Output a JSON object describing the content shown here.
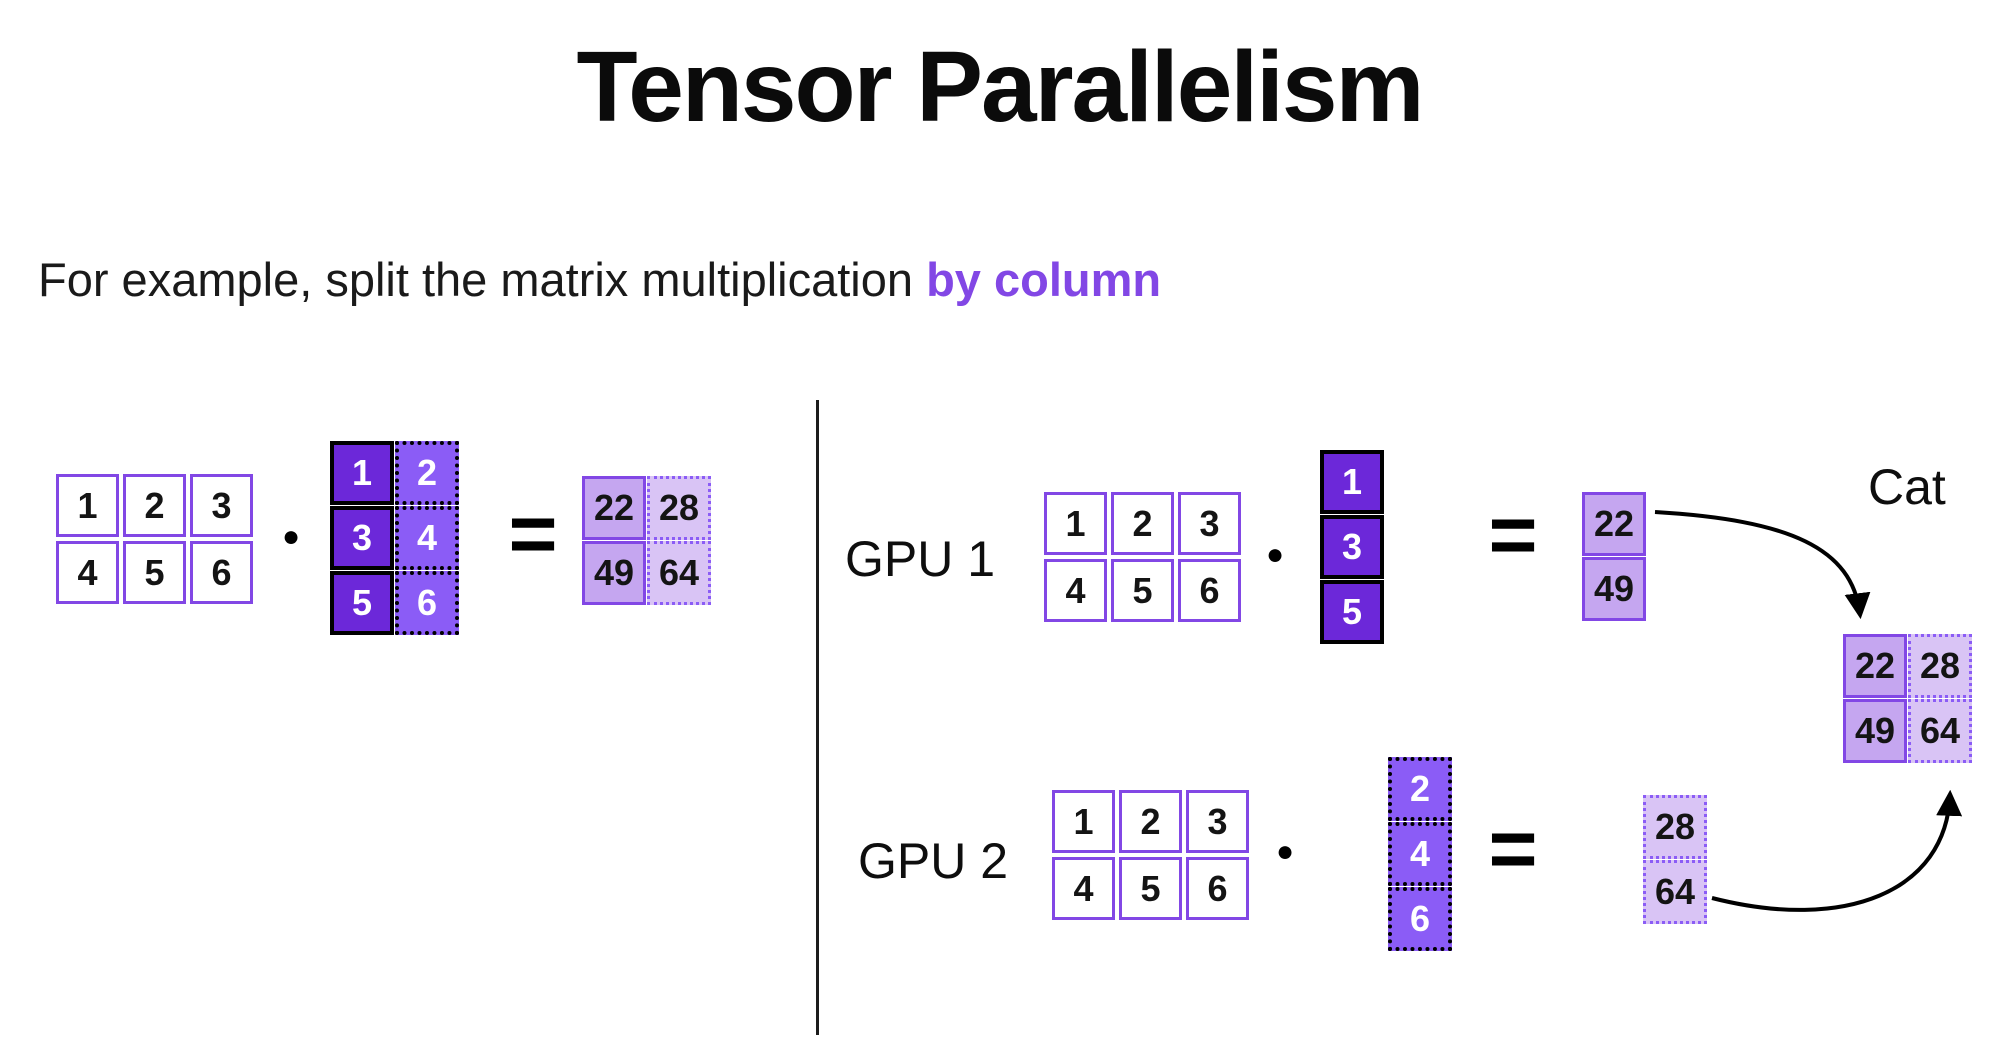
{
  "title": "Tensor Parallelism",
  "subtitle": {
    "text": "For example, split the matrix multiplication ",
    "highlight": "by column"
  },
  "operators": {
    "dot": "●",
    "equals": "="
  },
  "colors": {
    "purple": "#8247E5",
    "dark_purple": "#6C28D9",
    "mid_purple": "#8B5CF6",
    "light_purple": "#C5A6F0",
    "lighter_purple": "#D9C4F5",
    "ink": "#111111"
  },
  "left_example": {
    "matrix_a": [
      [
        "1",
        "2",
        "3"
      ],
      [
        "4",
        "5",
        "6"
      ]
    ],
    "matrix_b": {
      "col1": [
        "1",
        "3",
        "5"
      ],
      "col2": [
        "2",
        "4",
        "6"
      ]
    },
    "result": {
      "col1": [
        "22",
        "49"
      ],
      "col2": [
        "28",
        "64"
      ]
    }
  },
  "gpu1": {
    "label": "GPU 1",
    "matrix_a": [
      [
        "1",
        "2",
        "3"
      ],
      [
        "4",
        "5",
        "6"
      ]
    ],
    "vector": [
      "1",
      "3",
      "5"
    ],
    "result": [
      "22",
      "49"
    ]
  },
  "gpu2": {
    "label": "GPU 2",
    "matrix_a": [
      [
        "1",
        "2",
        "3"
      ],
      [
        "4",
        "5",
        "6"
      ]
    ],
    "vector": [
      "2",
      "4",
      "6"
    ],
    "result": [
      "28",
      "64"
    ]
  },
  "cat": {
    "label": "Cat",
    "combined": {
      "col1": [
        "22",
        "49"
      ],
      "col2": [
        "28",
        "64"
      ]
    }
  }
}
